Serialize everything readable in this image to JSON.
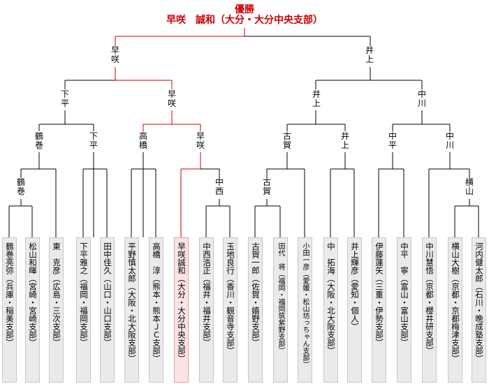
{
  "title": {
    "label": "優勝",
    "champion": "早咲　誠和（大分・大分中央支部）"
  },
  "colors": {
    "winner_line": "#cc0000",
    "line": "#000000",
    "box_bg": "#eaeaea",
    "champion_box_bg": "#fde3e3"
  },
  "rounds": {
    "final": [
      "早咲",
      "井上"
    ],
    "semifinal": [
      "下平",
      "早咲",
      "井上",
      "中川"
    ],
    "quarterfinal": [
      "鶴巻",
      "下平",
      "高橋",
      "早咲",
      "古賀",
      "井上",
      "中平",
      "中川"
    ],
    "round2": [
      "鶴巻",
      "中西",
      "古賀",
      "横山"
    ]
  },
  "players": [
    "鶴巻亮弥（兵庫・稲美支部）",
    "松山和暉（宮崎・宮崎支部）",
    "東　克彦（広島・三次支部）",
    "下平雅之（福岡・福岡支部）",
    "田中佳久（山口・山口支部）",
    "平野慎太郎（大阪・北大阪支部）",
    "高橋　淳（熊本・熊本ＪＣ支部）",
    "早咲誠和（大分・大分中央支部）",
    "中西浩正（福井・福井支部）",
    "玉地良行（香川・観音寺支部）",
    "古賀一郎（佐賀・嬉野支部）",
    "田代　将（福岡・福岡筑紫野支部）",
    "小田一彦（愛媛・松山坊っちゃん支部）",
    "中　拓海（大阪・北大阪支部）",
    "井上輝彦（愛知・個人）",
    "伊藤蓮矢（三重・伊勢支部）",
    "中平　寧（富山・富山支部）",
    "中川慧悟（京都・櫻井研支部）",
    "横山大樹（京都・京都梅津支部）",
    "河内健太郎（石川・晩成塾支部）"
  ]
}
